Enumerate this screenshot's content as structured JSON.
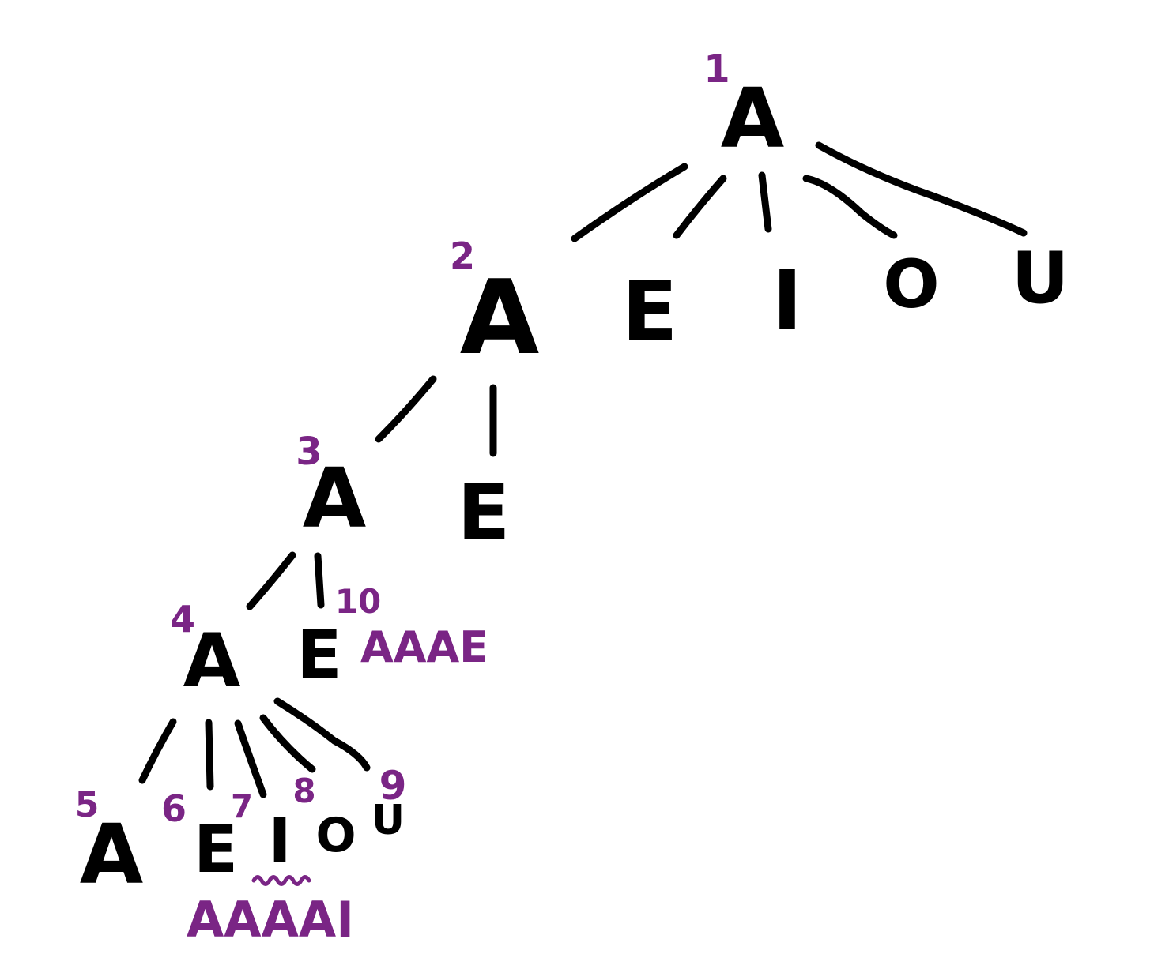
{
  "colors": {
    "ink": "#000000",
    "annotation": "#7a2585",
    "background": "#ffffff"
  },
  "tree": {
    "root": {
      "letter": "A",
      "order": "1"
    },
    "level1": [
      {
        "letter": "A",
        "order": "2"
      },
      {
        "letter": "E"
      },
      {
        "letter": "I"
      },
      {
        "letter": "O"
      },
      {
        "letter": "U"
      }
    ],
    "level2": [
      {
        "letter": "A",
        "order": "3"
      },
      {
        "letter": "E"
      }
    ],
    "level3": [
      {
        "letter": "A",
        "order": "4"
      },
      {
        "letter": "E",
        "order": "10"
      }
    ],
    "level4": [
      {
        "letter": "A",
        "order": "5"
      },
      {
        "letter": "E",
        "order": "6"
      },
      {
        "letter": "I",
        "order": "7"
      },
      {
        "letter": "O",
        "order": "8"
      },
      {
        "letter": "U",
        "order": "9"
      }
    ]
  },
  "annotations": {
    "word_aaae": "AAAE",
    "word_aaaai": "AAAAI"
  }
}
